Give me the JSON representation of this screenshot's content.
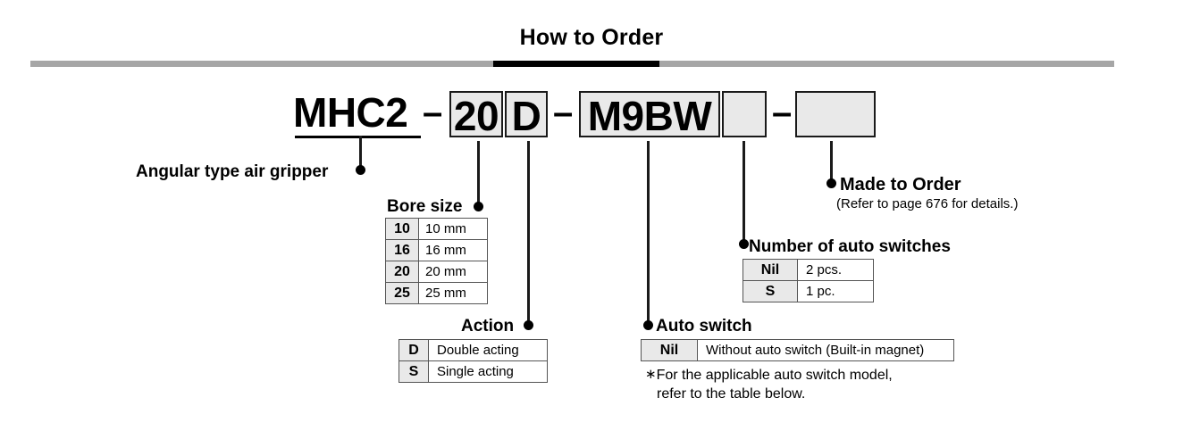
{
  "title": "How to Order",
  "model_code": {
    "prefix": "MHC2",
    "dash1": "–",
    "bore": "20",
    "action": "D",
    "dash2": "–",
    "auto_switch": "M9BW",
    "switch_qty": "",
    "dash3": "–",
    "made_to_order": ""
  },
  "callouts": {
    "gripper": "Angular type air gripper",
    "bore_size": "Bore size",
    "action": "Action",
    "auto_switch": "Auto switch",
    "number_of_switches": "Number of auto switches",
    "made_to_order": "Made to Order",
    "made_to_order_note": "(Refer to page 676 for details.)"
  },
  "tables": {
    "bore_size": {
      "rows": [
        {
          "code": "10",
          "desc": "10 mm"
        },
        {
          "code": "16",
          "desc": "16 mm"
        },
        {
          "code": "20",
          "desc": "20 mm"
        },
        {
          "code": "25",
          "desc": "25 mm"
        }
      ]
    },
    "action": {
      "rows": [
        {
          "code": "D",
          "desc": "Double acting"
        },
        {
          "code": "S",
          "desc": "Single acting"
        }
      ]
    },
    "auto_switch": {
      "rows": [
        {
          "code": "Nil",
          "desc": "Without auto switch (Built-in magnet)"
        }
      ]
    },
    "number_of_switches": {
      "rows": [
        {
          "code": "Nil",
          "desc": "2 pcs."
        },
        {
          "code": "S",
          "desc": "1 pc."
        }
      ]
    }
  },
  "footnote": {
    "marker": "∗",
    "line1": "For the applicable auto switch model,",
    "line2": "refer to the table below."
  },
  "colors": {
    "rule_gray": "#a6a6a6",
    "rule_black": "#000000",
    "box_fill": "#e9e9e9",
    "box_border": "#1a1a1a",
    "cell_gray": "#e9e9e9"
  }
}
